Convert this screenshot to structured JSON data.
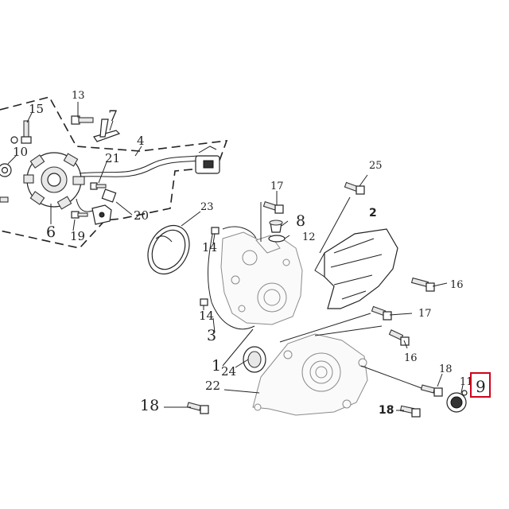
{
  "diagram": {
    "callouts": {
      "c13": "13",
      "c15": "15",
      "c7": "7",
      "c4": "4",
      "c10": "10",
      "c21": "21",
      "c6": "6",
      "c19": "19",
      "c20": "20",
      "c23": "23",
      "c14a": "14",
      "c14b": "14",
      "c3": "3",
      "c17a": "17",
      "c8": "8",
      "c12": "12",
      "c25": "25",
      "c2": "2",
      "c16a": "16",
      "c17b": "17",
      "c16b": "16",
      "c1": "1",
      "c24": "24",
      "c22": "22",
      "c18a": "18",
      "c18b": "18",
      "c18c": "18",
      "c11": "11",
      "c9": "9"
    },
    "highlight": {
      "callout": "9",
      "color": "#d0021b"
    },
    "colors": {
      "line": "#222222",
      "faint_part": "#8a8a8a"
    }
  }
}
